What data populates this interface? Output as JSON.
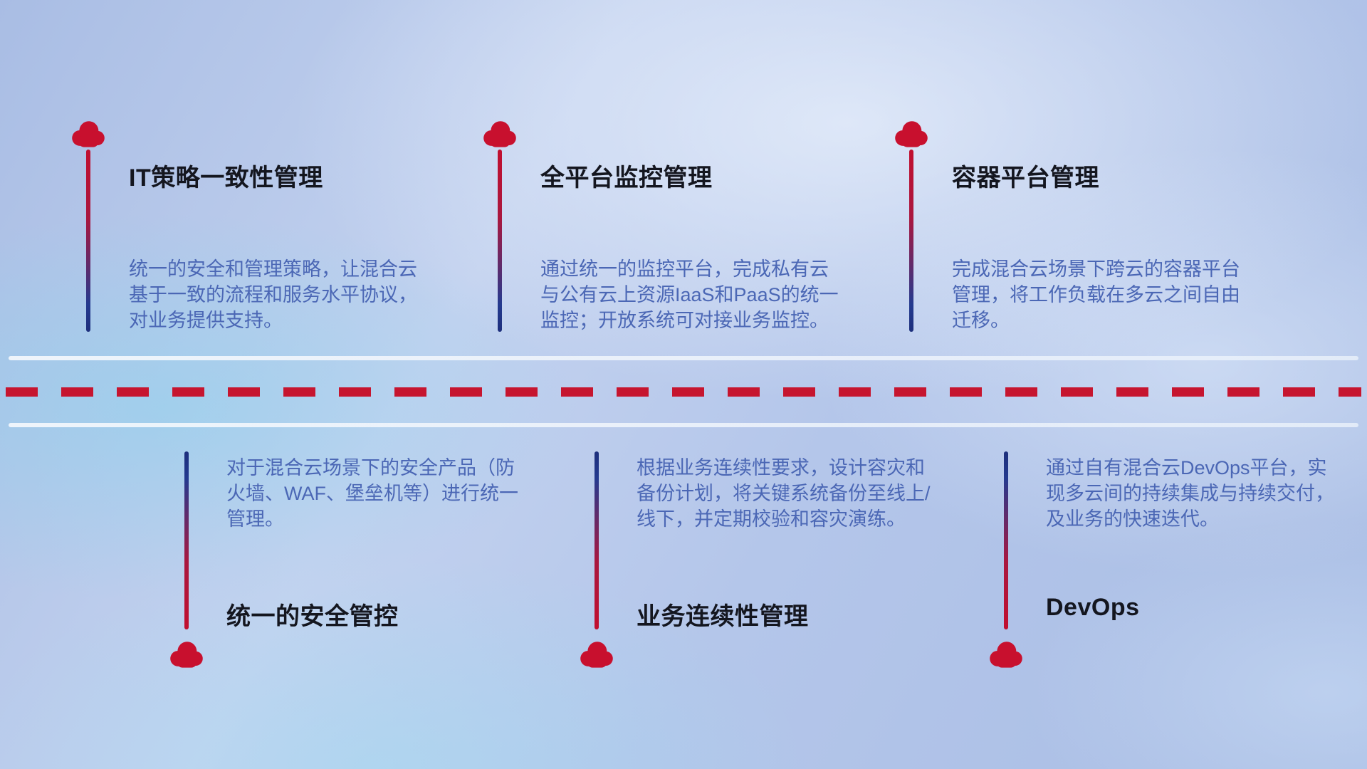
{
  "diagram": {
    "top_items": [
      {
        "title": "IT策略一致性管理",
        "description": "统一的安全和管理策略，让混合云基于一致的流程和服务水平协议，对业务提供支持。"
      },
      {
        "title": "全平台监控管理",
        "description": "通过统一的监控平台，完成私有云与公有云上资源IaaS和PaaS的统一监控；开放系统可对接业务监控。"
      },
      {
        "title": "容器平台管理",
        "description": "完成混合云场景下跨云的容器平台管理，将工作负载在多云之间自由迁移。"
      }
    ],
    "bottom_items": [
      {
        "title": "统一的安全管控",
        "description": "对于混合云场景下的安全产品（防火墙、WAF、堡垒机等）进行统一管理。"
      },
      {
        "title": "业务连续性管理",
        "description": "根据业务连续性要求，设计容灾和备份计划，将关键系统备份至线上/线下，并定期校验和容灾演练。"
      },
      {
        "title": "DevOps",
        "description": "通过自有混合云DevOps平台，实现多云间的持续集成与持续交付，及业务的快速迭代。"
      }
    ],
    "colors": {
      "cloud_red": "#c8102e",
      "pole_gradient_red": "#c10f2f",
      "pole_gradient_blue": "#1d2f7c",
      "dashed_line_red": "#c6152f",
      "divider_white": "#f6f9fd",
      "title_text": "#14161f",
      "description_text": "#4b67b5"
    }
  }
}
